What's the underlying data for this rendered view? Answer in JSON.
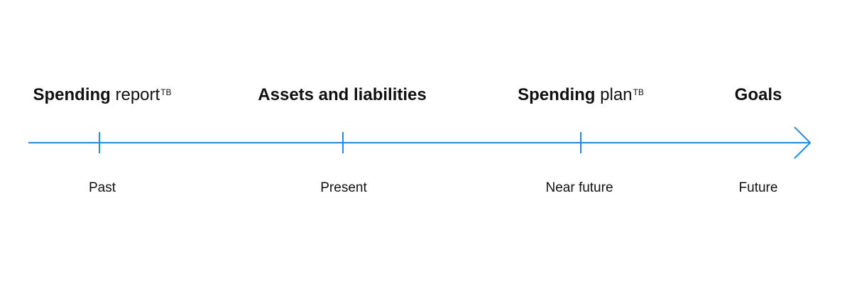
{
  "timeline": {
    "accent_color": "#1a8ff2",
    "stages": [
      {
        "id": "past",
        "title_bold": "Spending",
        "title_regular": "report",
        "title_sup": "TB",
        "time": "Past"
      },
      {
        "id": "present",
        "title_bold": "Assets and liabilities",
        "title_regular": "",
        "title_sup": "",
        "time": "Present"
      },
      {
        "id": "near-future",
        "title_bold": "Spending",
        "title_regular": "plan",
        "title_sup": "TB",
        "time": "Near future"
      },
      {
        "id": "future",
        "title_bold": "Goals",
        "title_regular": "",
        "title_sup": "",
        "time": "Future"
      }
    ]
  }
}
